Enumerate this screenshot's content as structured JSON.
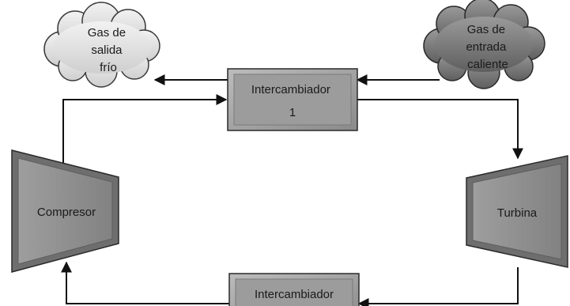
{
  "components": {
    "cold_exhaust_cloud": {
      "lines": [
        "Gas de",
        "salida",
        "frío"
      ]
    },
    "hot_inlet_cloud": {
      "lines": [
        "Gas de",
        "entrada",
        "caliente"
      ]
    },
    "exchanger_1": {
      "lines": [
        "Intercambiador",
        "1"
      ]
    },
    "exchanger_2": {
      "lines": [
        "Intercambiador"
      ]
    },
    "compressor": {
      "label": "Compresor"
    },
    "turbine": {
      "label": "Turbina"
    }
  },
  "colors": {
    "box_fill": "#9a9a9a",
    "cloud_light": "#e2e2e2",
    "cloud_dark": "#7a7a7a",
    "machine_fill": "#8c8c8c",
    "line": "#111111"
  }
}
